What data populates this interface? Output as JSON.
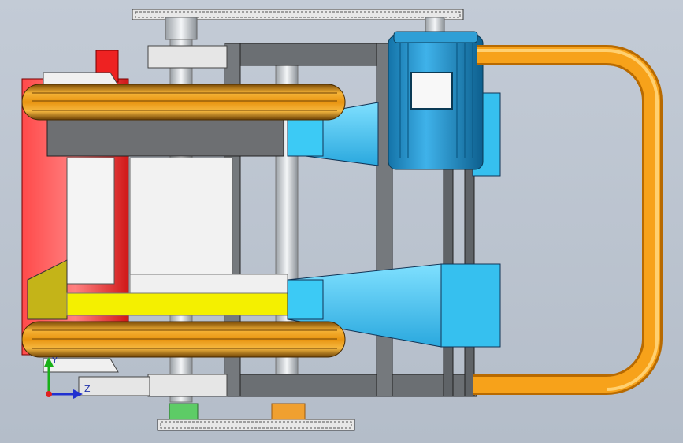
{
  "app": {
    "title": ""
  },
  "view": {
    "background_top": "#c3cbd6",
    "background_bottom": "#b4bdc9"
  },
  "model": {
    "parts": [
      {
        "name": "bending-roll-upper",
        "color": "#e6920f"
      },
      {
        "name": "bending-roll-lower",
        "color": "#e6920f"
      },
      {
        "name": "side-housing",
        "color": "#ee2020"
      },
      {
        "name": "electric-motor",
        "color": "#1e90c8"
      },
      {
        "name": "reducer-housing",
        "color": "#36c8f0"
      },
      {
        "name": "handle-frame",
        "color": "#f59a10"
      },
      {
        "name": "yellow-shaft",
        "color": "#f4f000"
      },
      {
        "name": "drive-chain-top",
        "color": "#d0d0d0"
      },
      {
        "name": "drive-chain-bottom",
        "color": "#d0d0d0"
      },
      {
        "name": "sprocket-green",
        "color": "#5dcc66"
      },
      {
        "name": "sprocket-orange",
        "color": "#f0a030"
      }
    ]
  },
  "triad": {
    "y_label": "Y",
    "z_label": "Z",
    "x_color": "#e02020",
    "y_color": "#18b018",
    "z_color": "#2030d0"
  }
}
